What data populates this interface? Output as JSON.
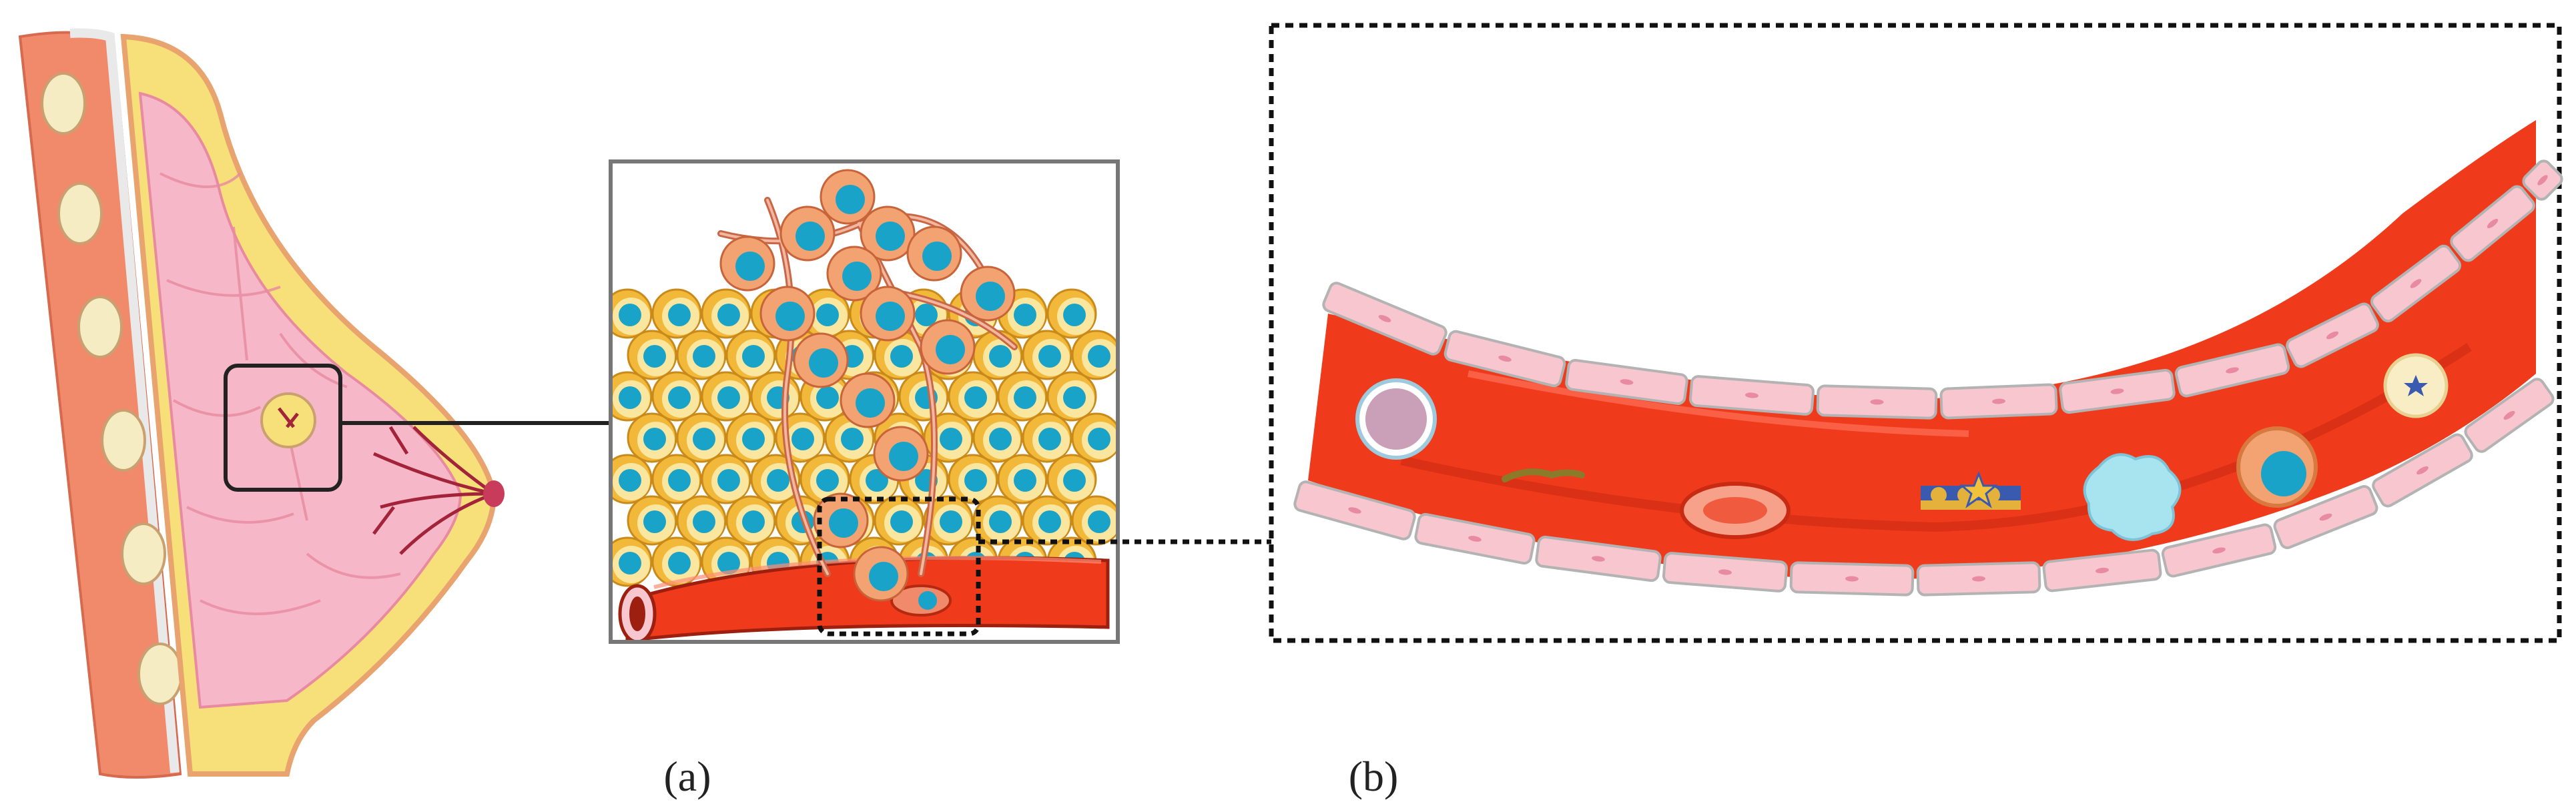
{
  "panels": {
    "a": {
      "label": "(a)"
    },
    "b": {
      "label": "(b)"
    }
  },
  "colors": {
    "skin_outer": "#f08a6b",
    "fat_yellow": "#f7e07a",
    "breast_tissue": "#f6b8c8",
    "tissue_lines": "#e88aa0",
    "tumor_cell": "#f2b83a",
    "nucleus": "#1aa3c8",
    "blood": "#f03a1c",
    "vessel_wall": "#f7c6cf",
    "vessel_wall_edge": "#b3b3b3",
    "box_border": "#777777",
    "dotted_border": "#111111"
  },
  "icons": [
    "breast-anatomy-illustration",
    "tumor-cluster-illustration",
    "blood-vessel-illustration",
    "circulating-cell-icons"
  ]
}
